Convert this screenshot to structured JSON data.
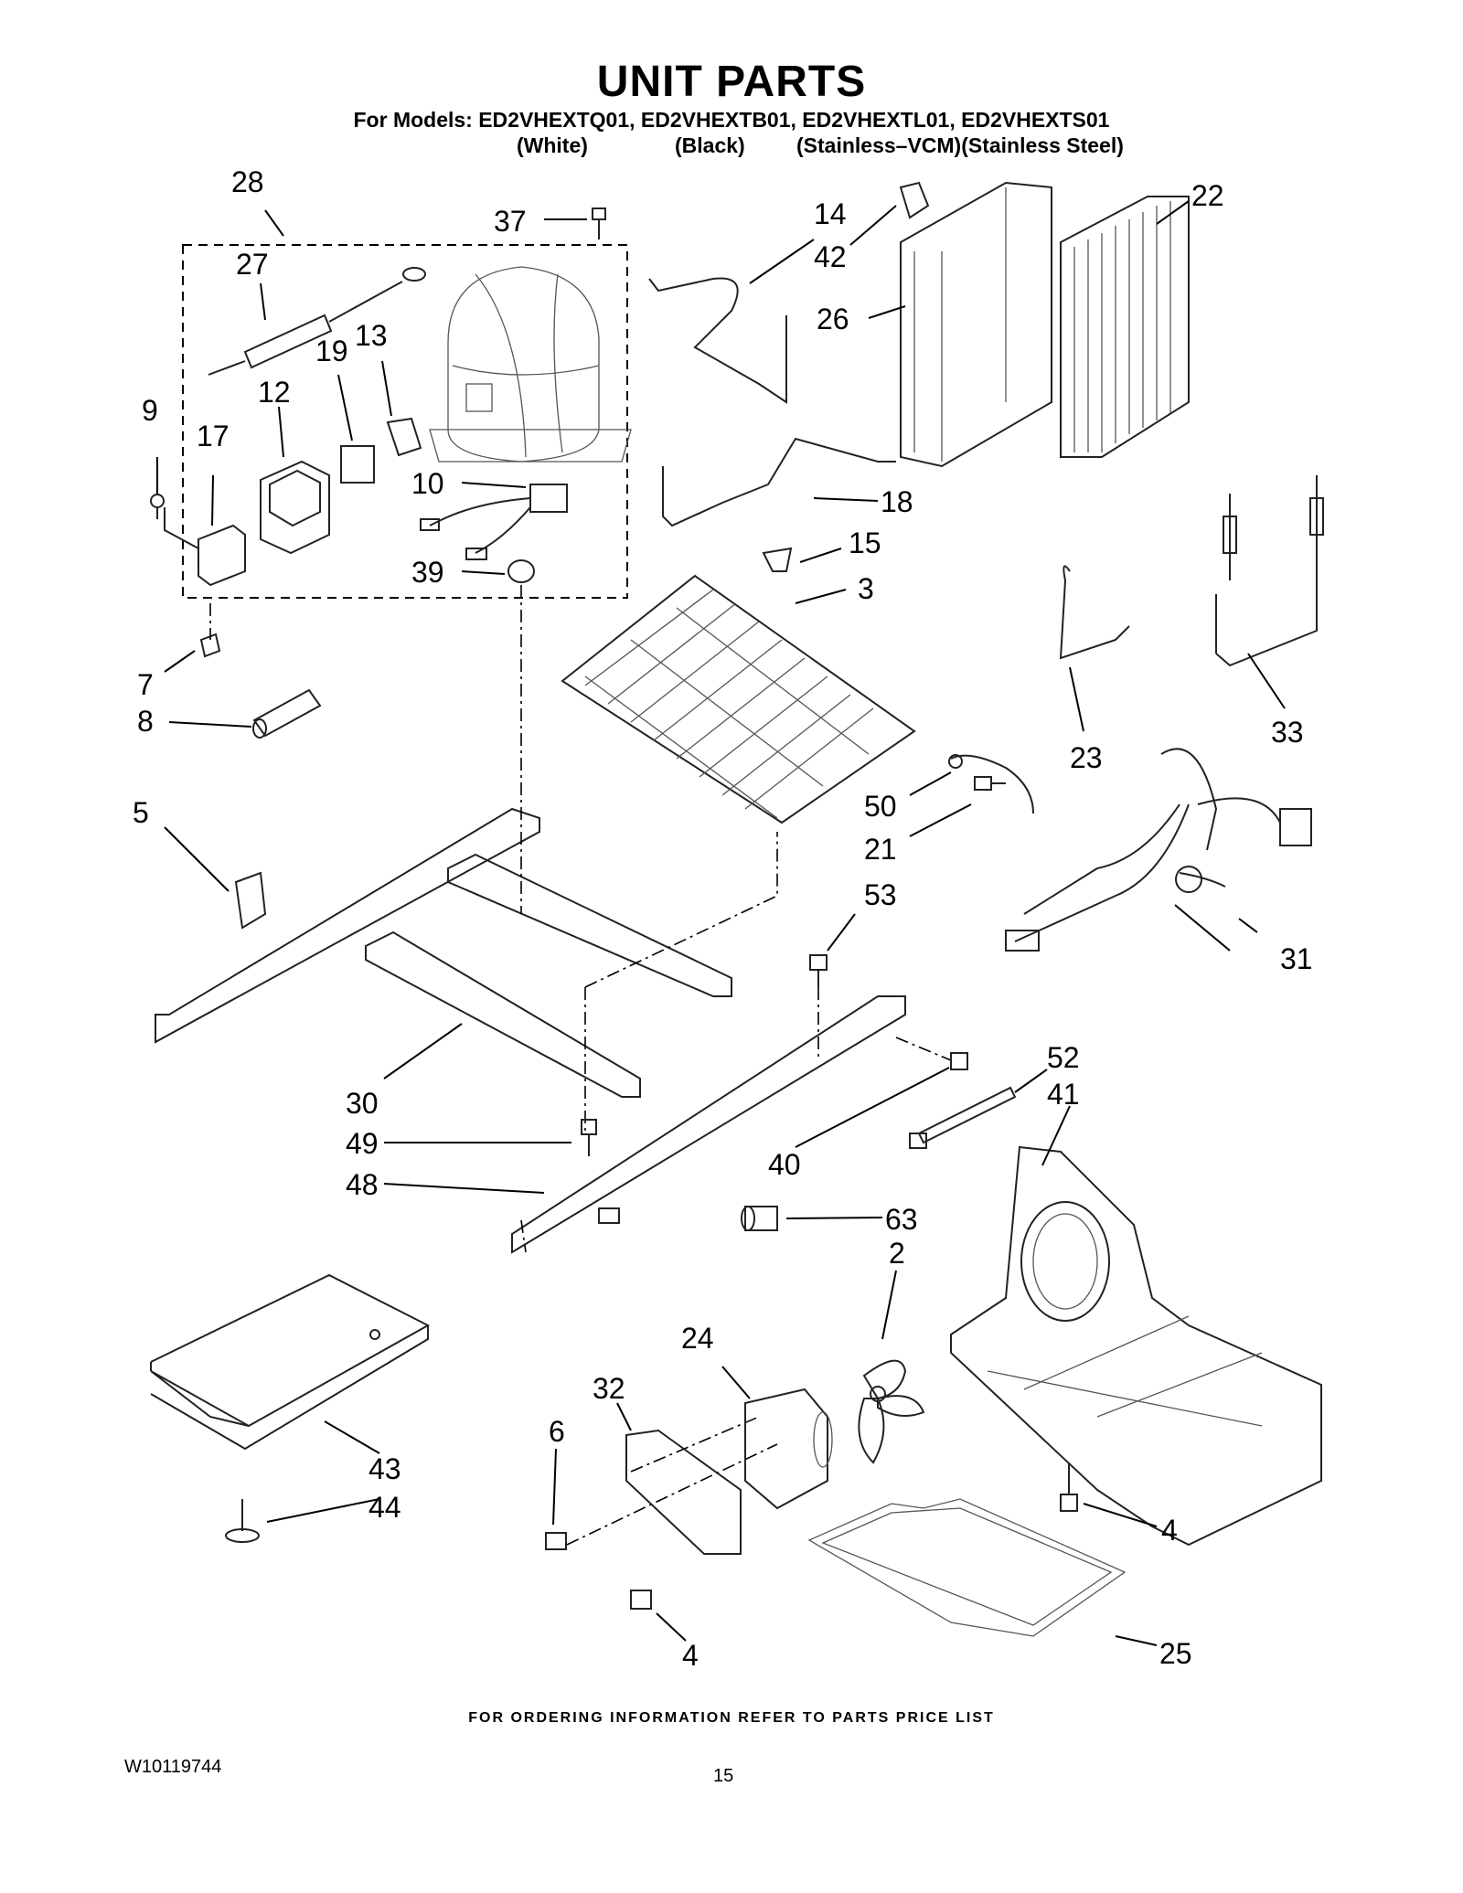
{
  "header": {
    "title": "UNIT PARTS",
    "models_line": "For Models: ED2VHEXTQ01, ED2VHEXTB01, ED2VHEXTL01, ED2VHEXTS01",
    "variants": [
      "(White)",
      "(Black)",
      "(Stainless–VCM)(Stainless Steel)"
    ]
  },
  "callouts": [
    "28",
    "37",
    "14",
    "42",
    "22",
    "27",
    "26",
    "19",
    "13",
    "9",
    "12",
    "17",
    "10",
    "18",
    "39",
    "15",
    "3",
    "7",
    "8",
    "23",
    "33",
    "50",
    "5",
    "21",
    "53",
    "31",
    "30",
    "52",
    "41",
    "49",
    "40",
    "48",
    "63",
    "2",
    "24",
    "32",
    "6",
    "43",
    "44",
    "4",
    "4",
    "25"
  ],
  "footer": {
    "note": "FOR ORDERING INFORMATION REFER TO PARTS PRICE LIST",
    "doc_number": "W10119744",
    "page_number": "15"
  }
}
